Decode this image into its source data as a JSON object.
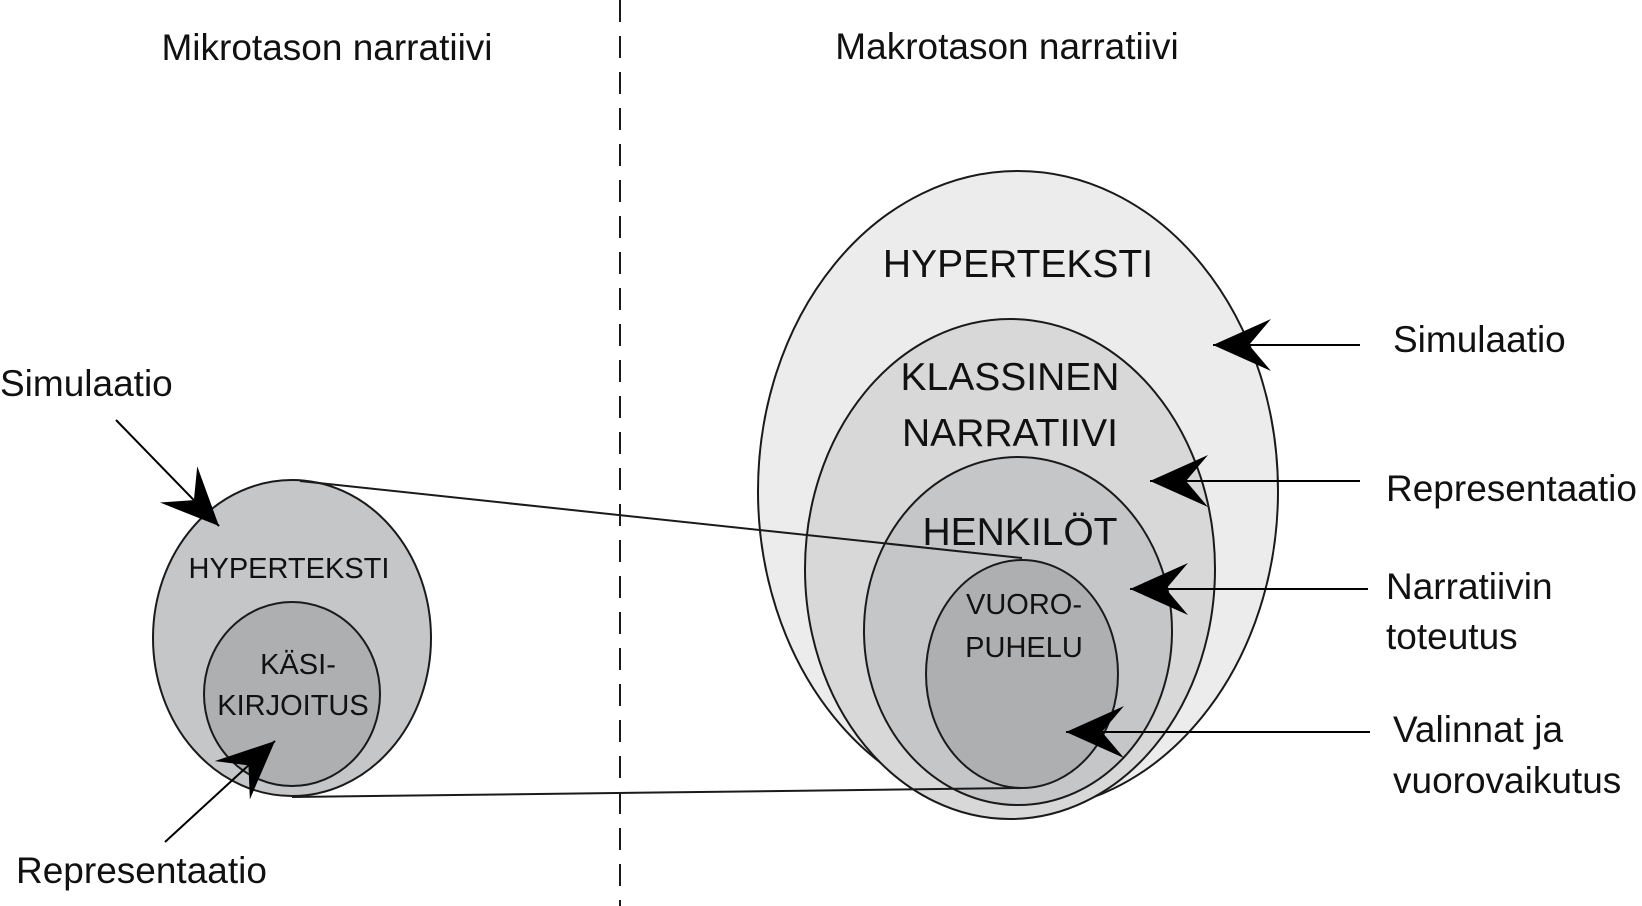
{
  "headings": {
    "micro": "Mikrotason narratiivi",
    "macro": "Makrotason narratiivi"
  },
  "micro": {
    "outer_label": "HYPERTEKSTI",
    "inner_label_1": "KÄSI-",
    "inner_label_2": "KIRJOITUS",
    "arrow_top_label": "Simulaatio",
    "arrow_bottom_label": "Representaatio"
  },
  "macro": {
    "ring1_label": "HYPERTEKSTI",
    "ring2_label_1": "KLASSINEN",
    "ring2_label_2": "NARRATIIVI",
    "ring3_label": "HENKILÖT",
    "ring4_label_1": "VUORO-",
    "ring4_label_2": "PUHELU",
    "arrow1_label": "Simulaatio",
    "arrow2_label": "Representaatio",
    "arrow3_label_1": "Narratiivin",
    "arrow3_label_2": "toteutus",
    "arrow4_label_1": "Valinnat ja",
    "arrow4_label_2": "vuorovaikutus"
  },
  "colors": {
    "macro_outer": "#ececec",
    "macro_ring2": "#d8d8d9",
    "macro_ring3": "#c5c6c8",
    "macro_inner": "#aeafb1",
    "micro_outer": "#c5c6c8",
    "micro_inner": "#aeafb1",
    "stroke": "#1a1a1a"
  }
}
